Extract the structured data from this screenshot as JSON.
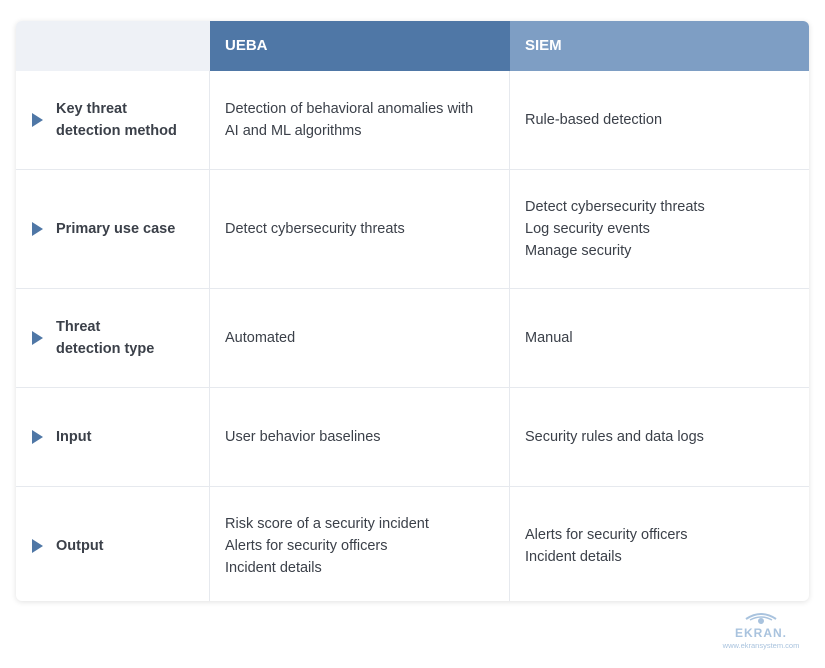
{
  "table": {
    "header": {
      "col1": "",
      "col2": "UEBA",
      "col3": "SIEM"
    },
    "rows": [
      {
        "label_lines": [
          "Key threat",
          "detection method"
        ],
        "ueba_lines": [
          "Detection of behavioral anomalies with",
          "AI and ML algorithms"
        ],
        "siem_lines": [
          "Rule-based detection"
        ]
      },
      {
        "label_lines": [
          "Primary use case"
        ],
        "ueba_lines": [
          "Detect cybersecurity threats"
        ],
        "siem_lines": [
          "Detect cybersecurity threats",
          "Log security events",
          "Manage security"
        ]
      },
      {
        "label_lines": [
          "Threat",
          "detection type"
        ],
        "ueba_lines": [
          "Automated"
        ],
        "siem_lines": [
          "Manual"
        ]
      },
      {
        "label_lines": [
          "Input"
        ],
        "ueba_lines": [
          "User behavior baselines"
        ],
        "siem_lines": [
          "Security rules and data logs"
        ]
      },
      {
        "label_lines": [
          "Output"
        ],
        "ueba_lines": [
          "Risk score of a security incident",
          "Alerts for security officers",
          "Incident details"
        ],
        "siem_lines": [
          "Alerts for security officers",
          "Incident details"
        ]
      }
    ]
  },
  "logo": {
    "name": "EKRAN.",
    "url": "www.ekransystem.com",
    "icon": "eye-icon"
  },
  "colors": {
    "ueba_header": "#4f77a6",
    "siem_header": "#7e9ec4",
    "arrow": "#4f77a6"
  }
}
